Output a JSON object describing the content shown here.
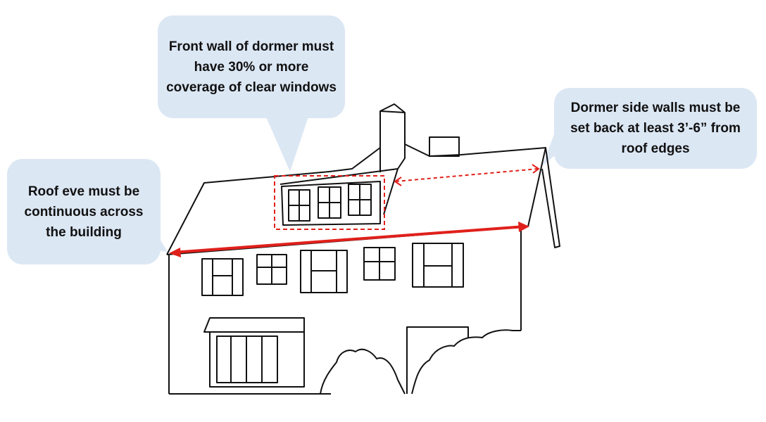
{
  "callouts": {
    "dormer_front": "Front wall of dormer must have 30% or more coverage of clear windows",
    "side_walls": "Dormer side walls must be set back at least 3’-6” from roof edges",
    "roof_eave": "Roof eve must be continuous across the building"
  },
  "colors": {
    "bubble": "#dce7f4",
    "annotation": "#e0201b",
    "line": "#111111"
  }
}
